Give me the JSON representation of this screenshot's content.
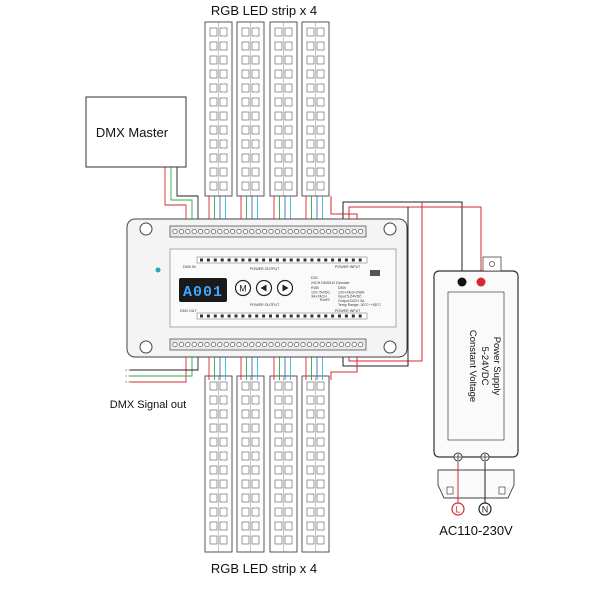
{
  "top_strip_label": "RGB LED strip x 4",
  "bottom_strip_label": "RGB LED strip x 4",
  "dmx_master_label": "DMX Master",
  "dmx_signal_out_label": "DMX Signal out",
  "decoder": {
    "display_value": "A001",
    "button_m": "M",
    "model": "D24",
    "subtitle": "24CH DMX512 Decoder",
    "dmx_in": "DMX IN",
    "dmx_out": "DMX OUT",
    "power_output_top": "POWER OUTPUT",
    "power_input_top": "POWER INPUT",
    "power_output_bottom": "POWER OUTPUT",
    "power_input_bottom": "POWER INPUT",
    "specs_left": [
      "RGB",
      "12V~5V/DC",
      "3A×24CH"
    ],
    "specs_right": [
      "DMX",
      "12V×24(3×24)W",
      "Input:5-24VDC",
      "Output:24CH 3A",
      "Temp Range:-30°C~+55°C"
    ],
    "rohs": "RoHS"
  },
  "power_supply": {
    "line1": "Power Supply",
    "line2": "5-24VDC",
    "line3": "Constant Voltage",
    "terminal_l": "L",
    "terminal_n": "N"
  },
  "ac_label": "AC110-230V",
  "wire_colors": {
    "red": "#d7282f",
    "green": "#2ea84a",
    "blue": "#2b6fd6",
    "black": "#222222",
    "cyan": "#3fb7d9"
  }
}
